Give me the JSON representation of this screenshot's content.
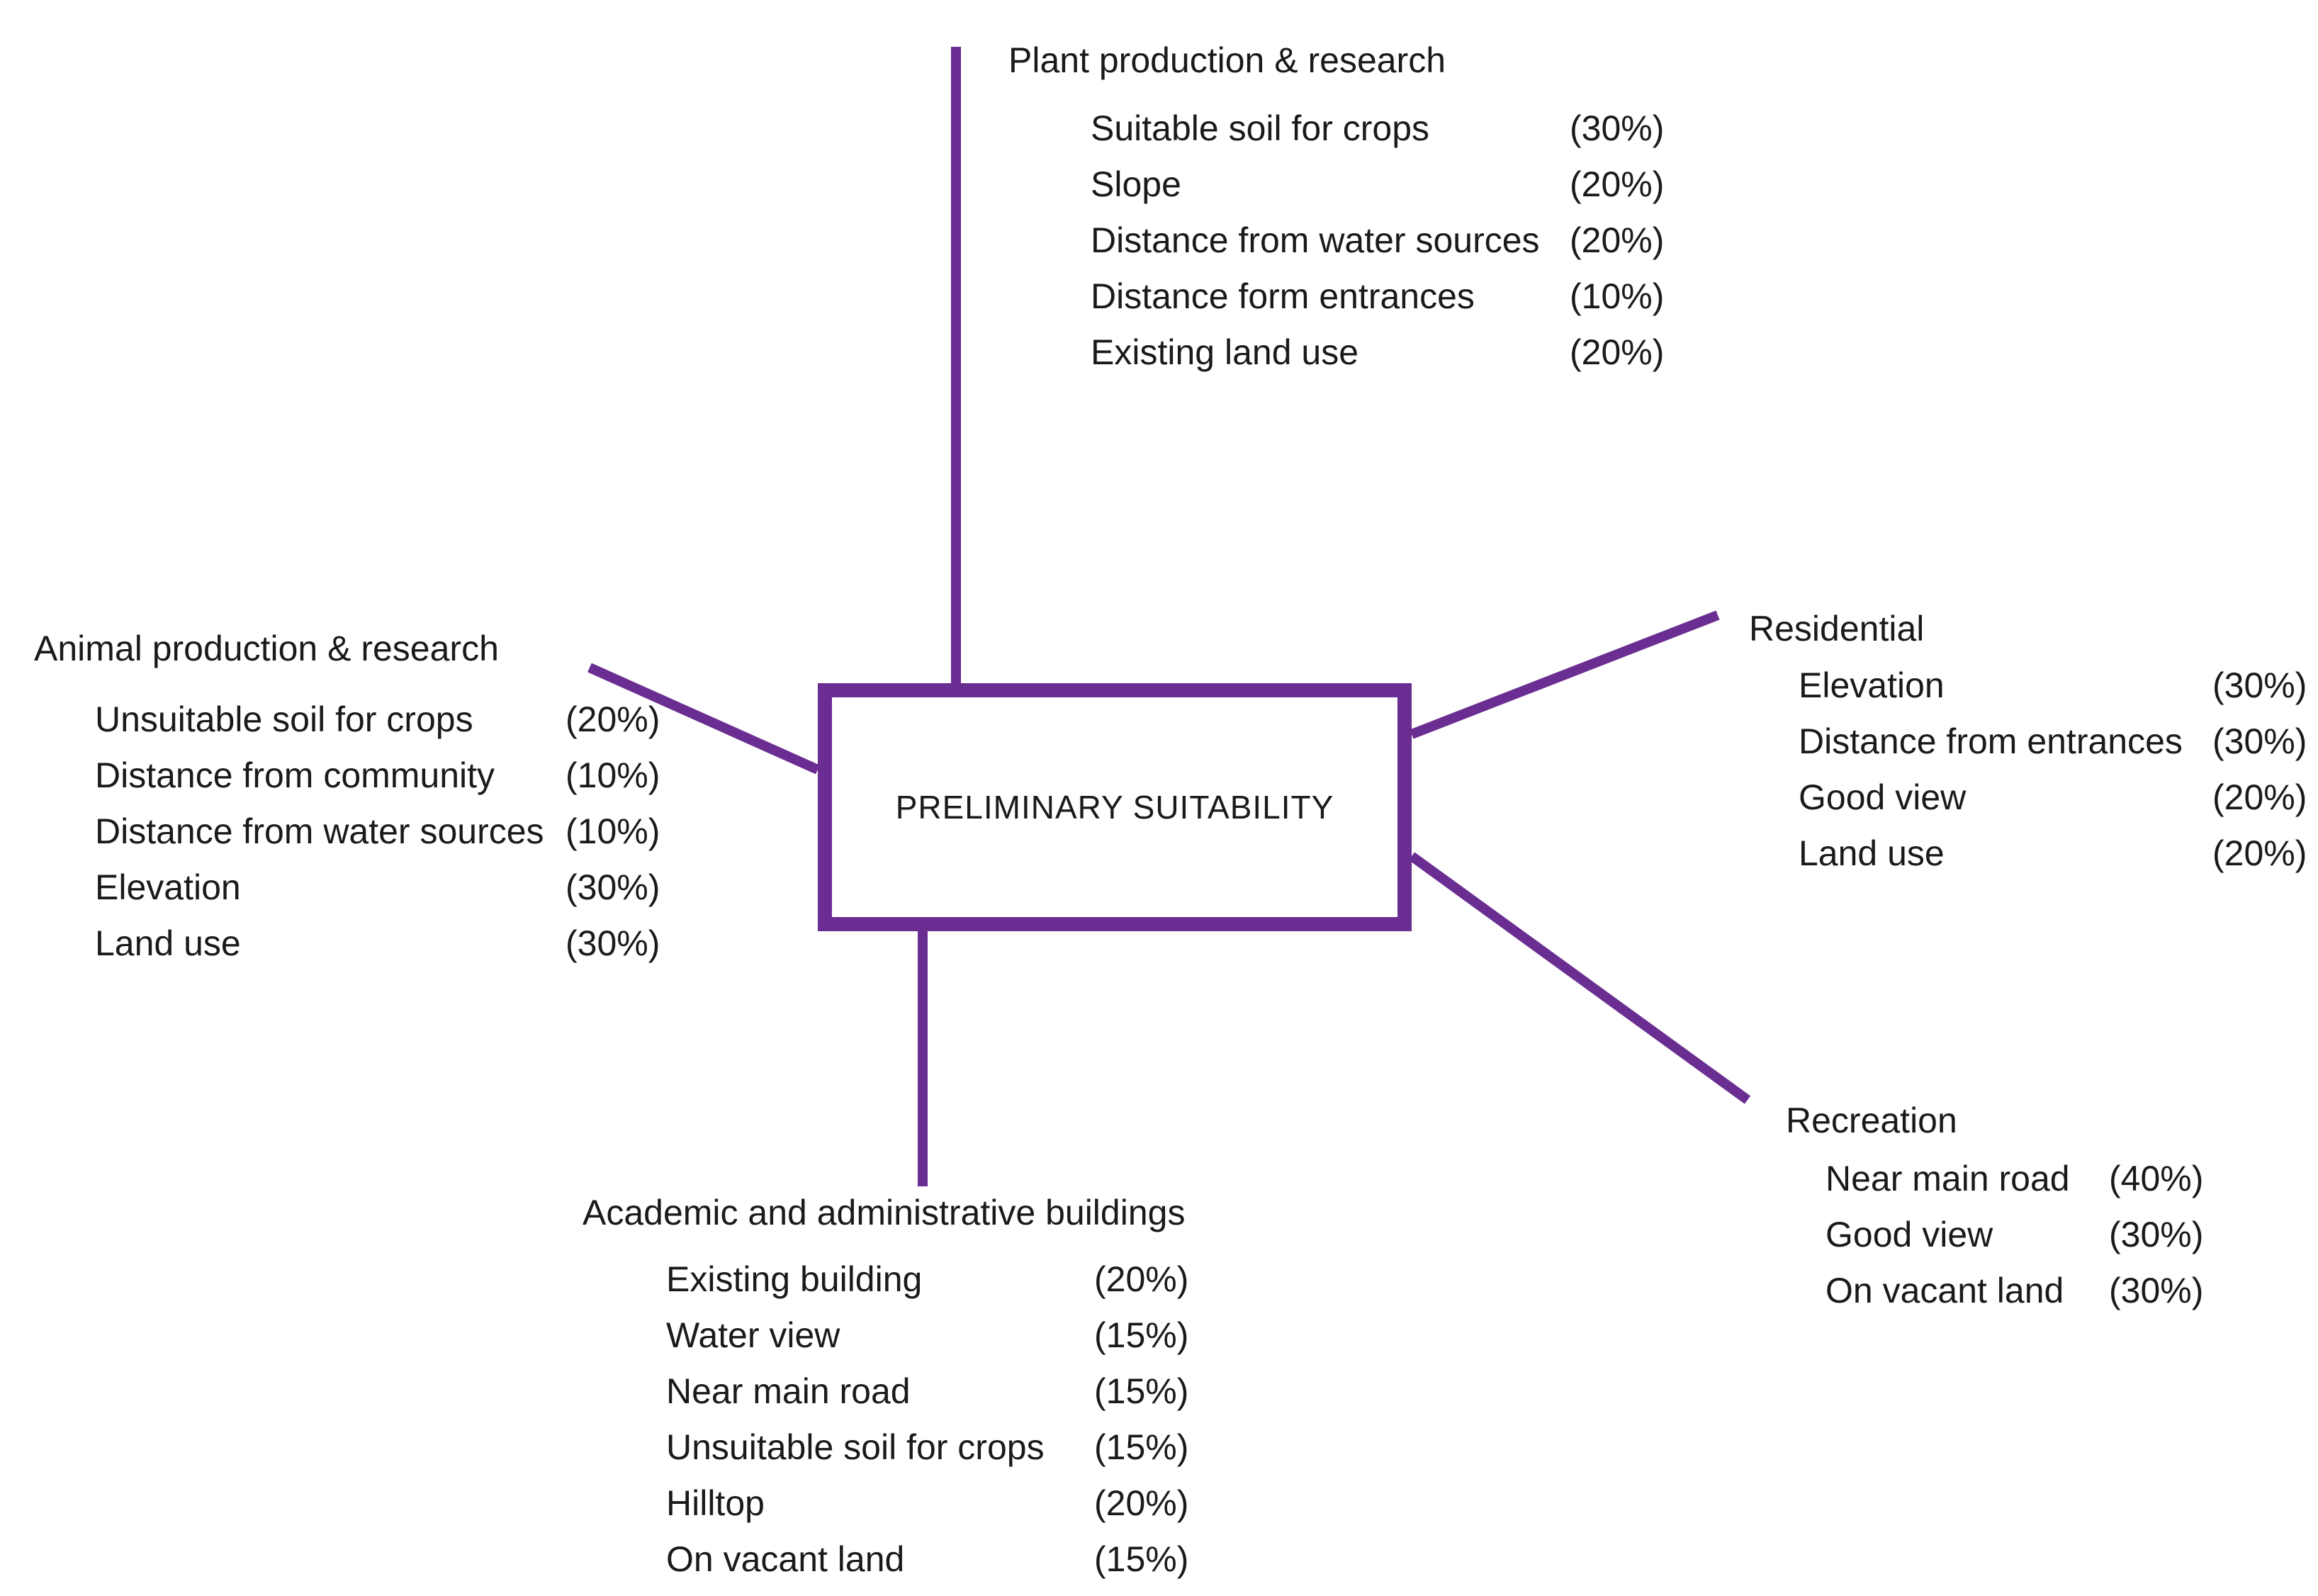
{
  "accent_color": "#6a2d91",
  "center": {
    "label": "PRELIMINARY SUITABILITY"
  },
  "groups": {
    "plant": {
      "title": "Plant production & research",
      "criteria": [
        {
          "label": "Suitable soil for crops",
          "weight": "(30%)"
        },
        {
          "label": "Slope",
          "weight": "(20%)"
        },
        {
          "label": "Distance from water sources",
          "weight": "(20%)"
        },
        {
          "label": "Distance form entrances",
          "weight": "(10%)"
        },
        {
          "label": "Existing land use",
          "weight": "(20%)"
        }
      ]
    },
    "animal": {
      "title": "Animal production & research",
      "criteria": [
        {
          "label": "Unsuitable soil for crops",
          "weight": "(20%)"
        },
        {
          "label": "Distance from community",
          "weight": "(10%)"
        },
        {
          "label": "Distance from water sources",
          "weight": "(10%)"
        },
        {
          "label": "Elevation",
          "weight": "(30%)"
        },
        {
          "label": "Land use",
          "weight": "(30%)"
        }
      ]
    },
    "residential": {
      "title": "Residential",
      "criteria": [
        {
          "label": "Elevation",
          "weight": "(30%)"
        },
        {
          "label": "Distance from entrances",
          "weight": "(30%)"
        },
        {
          "label": "Good view",
          "weight": "(20%)"
        },
        {
          "label": "Land use",
          "weight": "(20%)"
        }
      ]
    },
    "recreation": {
      "title": "Recreation",
      "criteria": [
        {
          "label": "Near main road",
          "weight": "(40%)"
        },
        {
          "label": "Good view",
          "weight": "(30%)"
        },
        {
          "label": "On vacant land",
          "weight": "(30%)"
        }
      ]
    },
    "academic": {
      "title": "Academic and administrative buildings",
      "criteria": [
        {
          "label": "Existing building",
          "weight": "(20%)"
        },
        {
          "label": "Water view",
          "weight": "(15%)"
        },
        {
          "label": "Near main road",
          "weight": "(15%)"
        },
        {
          "label": "Unsuitable soil for crops",
          "weight": "(15%)"
        },
        {
          "label": "Hilltop",
          "weight": "(20%)"
        },
        {
          "label": "On vacant land",
          "weight": "(15%)"
        }
      ]
    }
  }
}
